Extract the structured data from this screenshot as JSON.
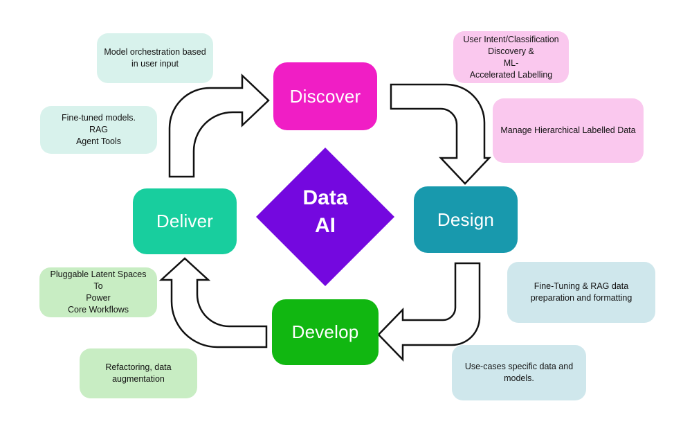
{
  "diagram": {
    "title_lines": [
      "Data",
      "AI"
    ],
    "center_color": "#7408DF",
    "background_color": "#FFFFFF",
    "arrow_fill": "#FFFFFF",
    "arrow_stroke": "#111111"
  },
  "stages": [
    {
      "id": "discover",
      "label": "Discover",
      "color": "#F01EC5"
    },
    {
      "id": "design",
      "label": "Design",
      "color": "#1899AD"
    },
    {
      "id": "develop",
      "label": "Develop",
      "color": "#11B711"
    },
    {
      "id": "deliver",
      "label": "Deliver",
      "color": "#18CE9E"
    }
  ],
  "notes": [
    {
      "id": "model-orchestration",
      "lines": [
        "Model orchestration based",
        "in user input"
      ],
      "color": "#D8F2EC"
    },
    {
      "id": "fine-tuned",
      "lines": [
        "Fine-tuned models.",
        "RAG",
        "Agent Tools"
      ],
      "color": "#D8F2EC"
    },
    {
      "id": "user-intent",
      "lines": [
        "User Intent/Classification",
        "Discovery &",
        "ML-",
        "Accelerated Labelling"
      ],
      "color": "#FAC8EE"
    },
    {
      "id": "manage-hierarchical",
      "lines": [
        "Manage Hierarchical Labelled Data"
      ],
      "color": "#FAC8EE"
    },
    {
      "id": "fine-tuning-rag",
      "lines": [
        "Fine-Tuning & RAG data",
        "preparation and formatting"
      ],
      "color": "#CFE7EC"
    },
    {
      "id": "use-cases",
      "lines": [
        "Use-cases specific data and",
        "models."
      ],
      "color": "#CFE7EC"
    },
    {
      "id": "pluggable",
      "lines": [
        "Pluggable Latent Spaces To",
        "Power",
        "Core Workflows"
      ],
      "color": "#C8EDC3"
    },
    {
      "id": "refactoring",
      "lines": [
        "Refactoring, data",
        "augmentation"
      ],
      "color": "#C8EDC3"
    }
  ]
}
